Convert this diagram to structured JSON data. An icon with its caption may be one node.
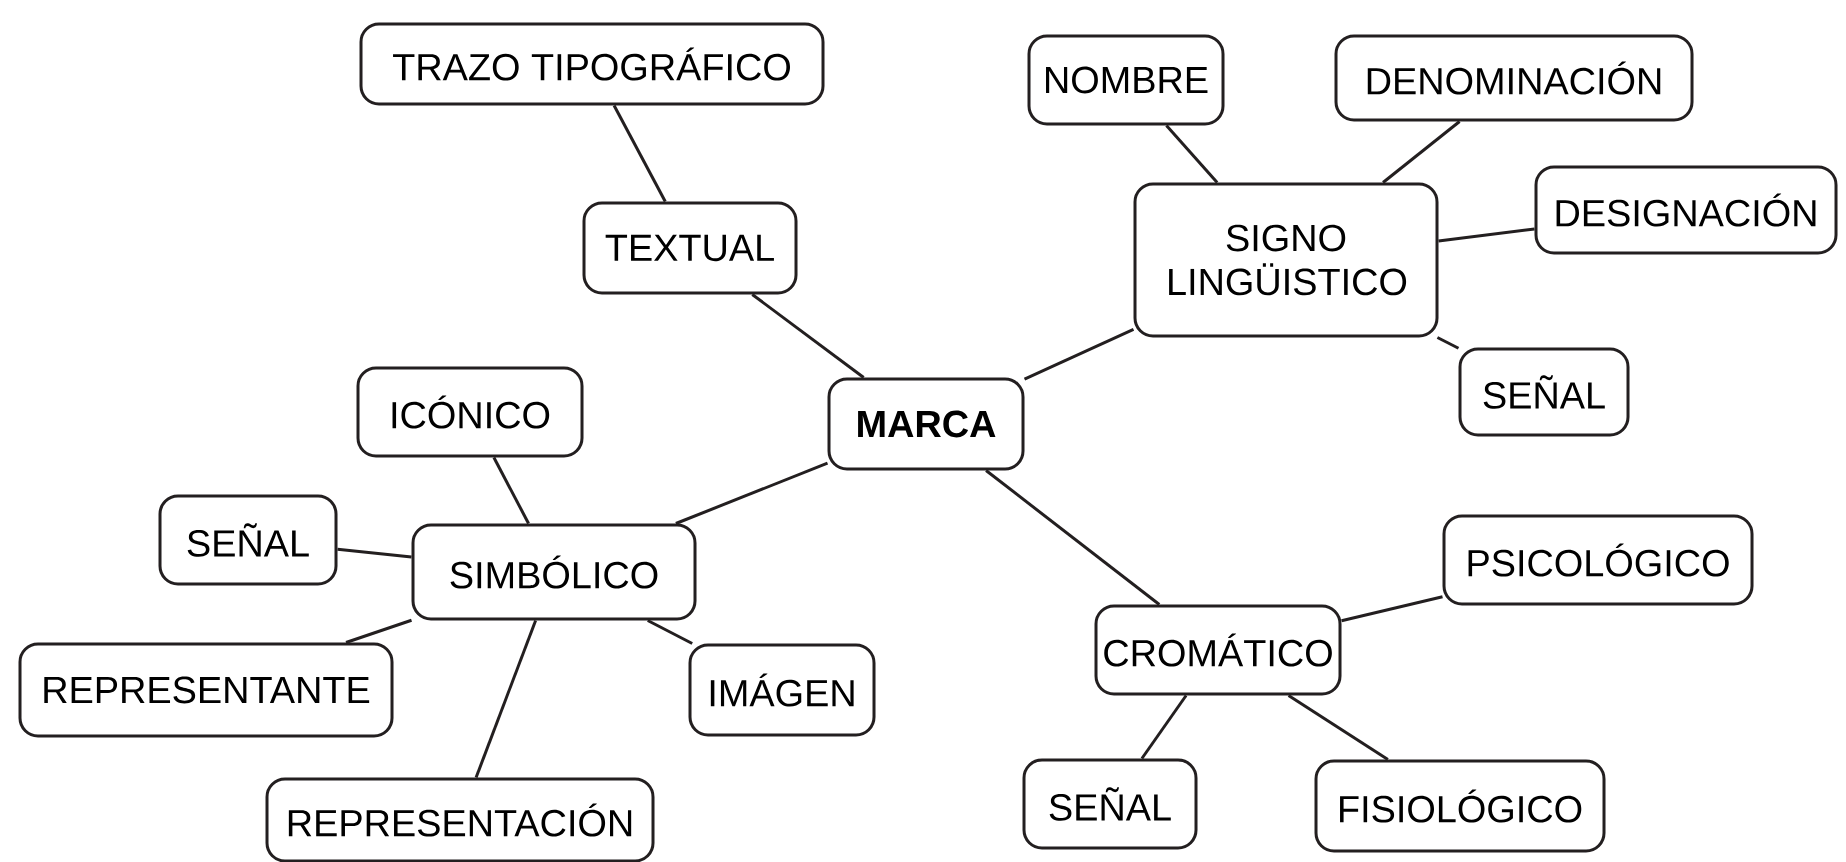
{
  "diagram": {
    "nodes": [
      {
        "text": [
          "MARCA"
        ]
      },
      {
        "text": [
          "TEXTUAL"
        ]
      },
      {
        "text": [
          "TRAZO TIPOGRÁFICO"
        ]
      },
      {
        "text": [
          "SIGNO LINGÜISTICO"
        ]
      },
      {
        "text": [
          "NOMBRE"
        ]
      },
      {
        "text": [
          "DENOMINACIÓN"
        ]
      },
      {
        "text": [
          "DESIGNACIÓN"
        ]
      },
      {
        "text": [
          "SEÑAL"
        ]
      },
      {
        "text": [
          "SIMBÓLICO"
        ]
      },
      {
        "text": [
          "ICÓNICO"
        ]
      },
      {
        "text": [
          "SEÑAL"
        ]
      },
      {
        "text": [
          "REPRESENTANTE"
        ]
      },
      {
        "text": [
          "IMÁGEN"
        ]
      },
      {
        "text": [
          "REPRESENTACIÓN"
        ]
      },
      {
        "text": [
          "CROMÁTICO"
        ]
      },
      {
        "text": [
          "PSICOLÓGICO"
        ]
      },
      {
        "text": [
          "SEÑAL"
        ]
      },
      {
        "text": [
          "FISIOLÓGICO"
        ]
      }
    ],
    "edges": [
      {
        "from": 0,
        "to": 1,
        "arrow": "none"
      },
      {
        "from": 1,
        "to": 2,
        "arrow": "none"
      },
      {
        "from": 0,
        "to": 3,
        "arrow": "none"
      },
      {
        "from": 3,
        "to": 4,
        "arrow": "none"
      },
      {
        "from": 3,
        "to": 5,
        "arrow": "none"
      },
      {
        "from": 3,
        "to": 6,
        "arrow": "none"
      },
      {
        "from": 3,
        "to": 7,
        "arrow": "none"
      },
      {
        "from": 0,
        "to": 8,
        "arrow": "none"
      },
      {
        "from": 8,
        "to": 9,
        "arrow": "none"
      },
      {
        "from": 8,
        "to": 10,
        "arrow": "none"
      },
      {
        "from": 8,
        "to": 11,
        "arrow": "none"
      },
      {
        "from": 8,
        "to": 12,
        "arrow": "none"
      },
      {
        "from": 8,
        "to": 13,
        "arrow": "none"
      },
      {
        "from": 0,
        "to": 14,
        "arrow": "none"
      },
      {
        "from": 14,
        "to": 15,
        "arrow": "none"
      },
      {
        "from": 14,
        "to": 16,
        "arrow": "none"
      },
      {
        "from": 14,
        "to": 17,
        "arrow": "none"
      }
    ]
  }
}
